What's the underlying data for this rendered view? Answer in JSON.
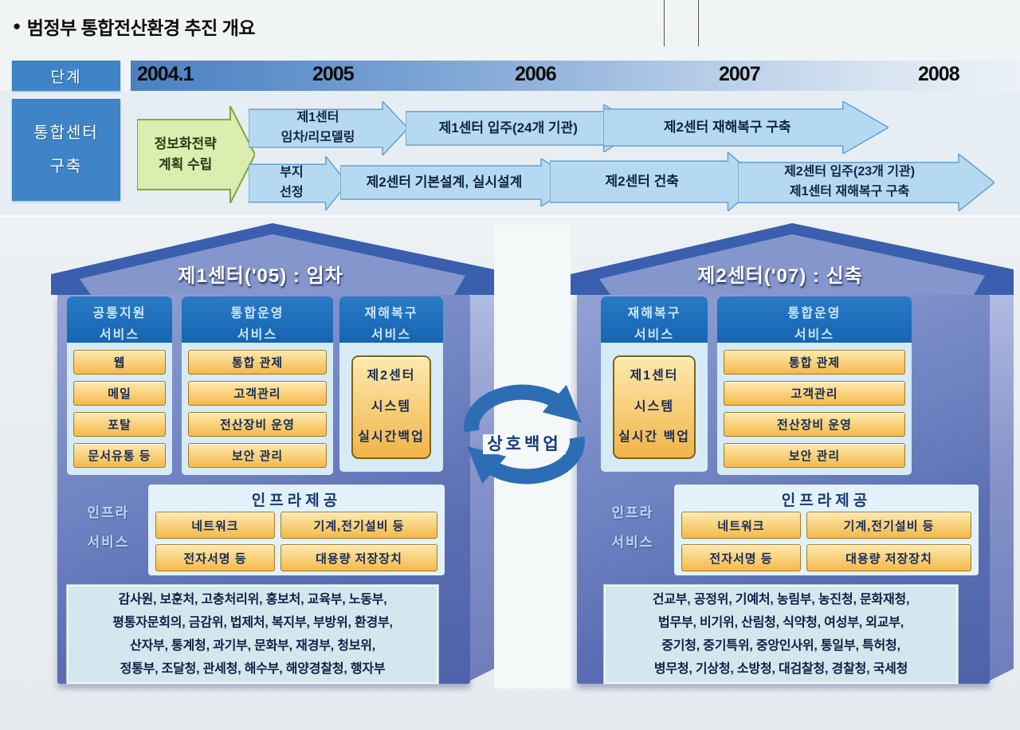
{
  "title": {
    "bullet": "●",
    "text": "범정부 통합전산환경 추진 개요"
  },
  "timeline": {
    "stage_label": "단계",
    "center_label": "통합센터\n구축",
    "years": [
      "2004.1",
      "2005",
      "2006",
      "2007",
      "2008"
    ],
    "start_arrow": "정보화전략\n계획 수립",
    "track1": [
      "제1센터\n임차/리모델링",
      "제1센터 입주(24개 기관)",
      "제2센터 재해복구 구축"
    ],
    "track2": [
      "부지\n선정",
      "제2센터 기본설계, 실시설계",
      "제2센터 건축",
      "제2센터 입주(23개 기관)\n제1센터 재해복구 구축"
    ]
  },
  "center1": {
    "title": "제1센터('05) : 임차",
    "col1": {
      "header": "공통지원\n서비스",
      "items": [
        "웹",
        "메일",
        "포탈",
        "문서유통 등"
      ]
    },
    "col2": {
      "header": "통합운영\n서비스",
      "items": [
        "통합 관제",
        "고객관리",
        "전산장비 운영",
        "보안 관리"
      ]
    },
    "col3": {
      "header": "재해복구\n서비스",
      "box": "제2센터\n시스템\n실시간백업"
    },
    "infra": {
      "label": "인프라\n서비스",
      "title": "인프라제공",
      "boxes": [
        "네트워크",
        "기계,전기설비 등",
        "전자서명 등",
        "대용량 저장장치"
      ]
    },
    "agencies": "감사원, 보훈처, 고충처리위, 홍보처, 교육부, 노동부,\n평통자문회의, 금감위, 법제처, 복지부, 부방위, 환경부,\n산자부, 통계청, 과기부, 문화부, 재경부, 청보위,\n정통부, 조달청, 관세청, 해수부, 해양경찰청, 행자부"
  },
  "center2": {
    "title": "제2센터('07) : 신축",
    "col1": {
      "header": "재해복구\n서비스",
      "box": "제1센터\n시스템\n실시간 백업"
    },
    "col2": {
      "header": "통합운영\n서비스",
      "items": [
        "통합 관제",
        "고객관리",
        "전산장비 운영",
        "보안 관리"
      ]
    },
    "infra": {
      "label": "인프라\n서비스",
      "title": "인프라제공",
      "boxes": [
        "네트워크",
        "기계,전기설비 등",
        "전자서명 등",
        "대용량 저장장치"
      ]
    },
    "agencies": "건교부, 공정위, 기예처, 농림부, 농진청, 문화재청,\n법무부, 비기위, 산림청, 식약청, 여성부, 외교부,\n중기청, 중기특위, 중앙인사위, 통일부, 특허청,\n병무청, 기상청, 소방청, 대검찰청, 경찰청, 국세청"
  },
  "mutual_backup": "상호백업",
  "colors": {
    "timeline_label_bg": "#3e84c6",
    "arrow_fill": "#b6d9f2",
    "arrow_border": "#66a0d4",
    "green_arrow_fill": "#dcedb0",
    "green_arrow_border": "#7fa83e",
    "building_roof": "#3a5fae",
    "column_header_blue": "#1565b2",
    "item_orange": "#f4b94b",
    "cycle_blue": "#2d6db4"
  }
}
